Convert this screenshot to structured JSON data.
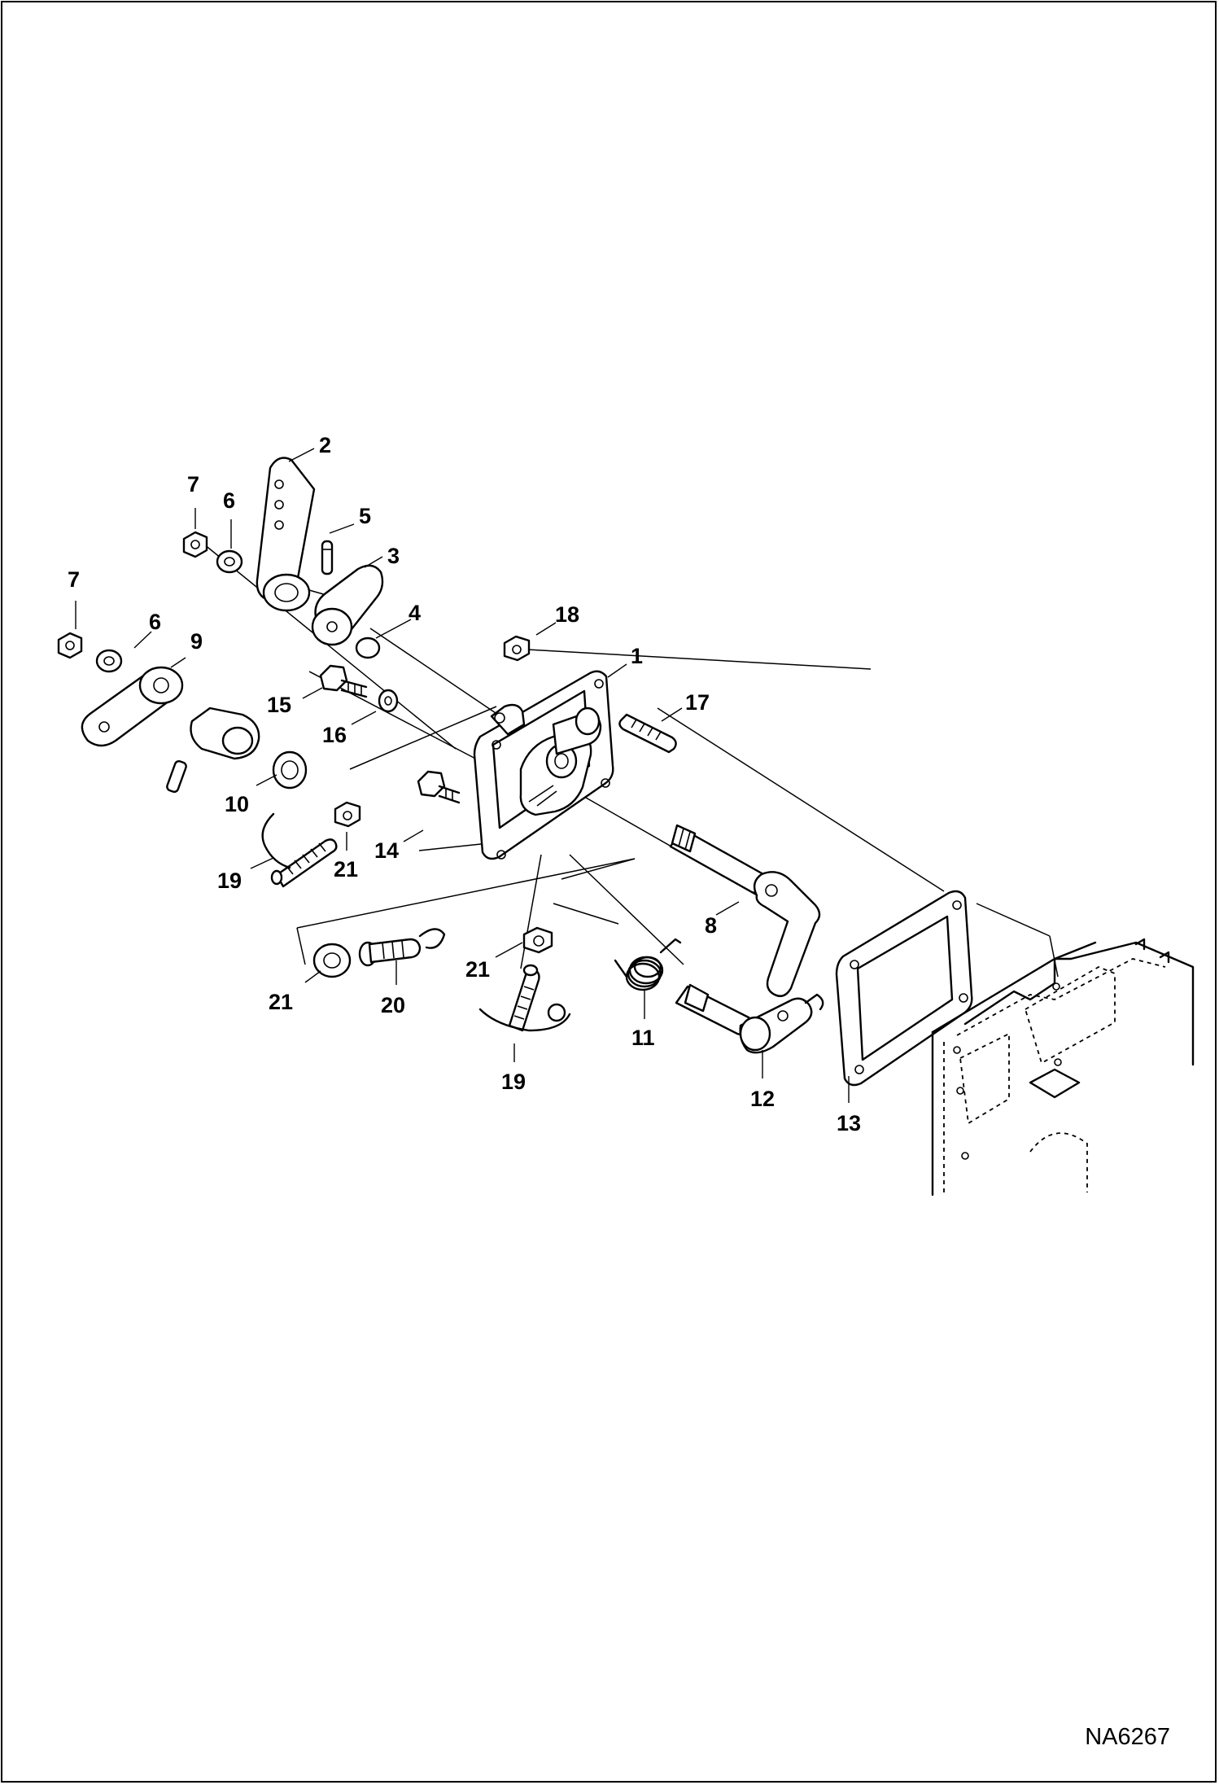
{
  "drawing": {
    "reference_code": "NA6267"
  },
  "callouts": {
    "c1": "1",
    "c2": "2",
    "c3": "3",
    "c4": "4",
    "c5": "5",
    "c6a": "6",
    "c6b": "6",
    "c7a": "7",
    "c7b": "7",
    "c8": "8",
    "c9": "9",
    "c10": "10",
    "c11": "11",
    "c12": "12",
    "c13": "13",
    "c14": "14",
    "c15": "15",
    "c16": "16",
    "c17": "17",
    "c18": "18",
    "c19a": "19",
    "c19b": "19",
    "c20": "20",
    "c21a": "21",
    "c21b": "21",
    "c21c": "21"
  }
}
